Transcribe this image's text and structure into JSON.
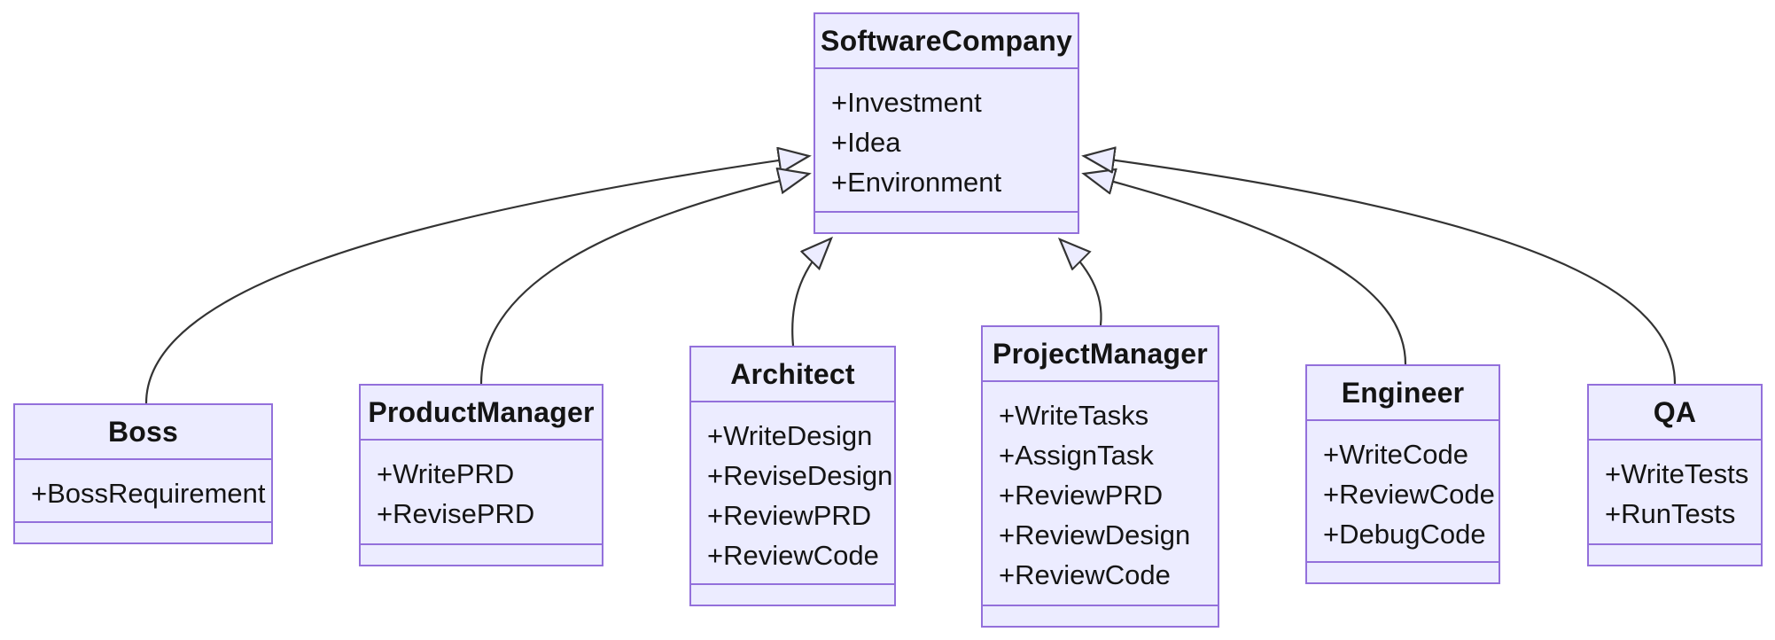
{
  "diagram": {
    "type": "uml-class-diagram",
    "colors": {
      "node_fill": "#ECECFF",
      "node_border": "#9370DB",
      "edge_line": "#333333",
      "text": "#141414",
      "background": "#ffffff"
    },
    "classes": [
      {
        "name": "SoftwareCompany",
        "attributes": [
          "+Investment",
          "+Idea",
          "+Environment"
        ],
        "methods": []
      },
      {
        "name": "Boss",
        "attributes": [
          "+BossRequirement"
        ],
        "methods": []
      },
      {
        "name": "ProductManager",
        "attributes": [
          "+WritePRD",
          "+RevisePRD"
        ],
        "methods": []
      },
      {
        "name": "Architect",
        "attributes": [
          "+WriteDesign",
          "+ReviseDesign",
          "+ReviewPRD",
          "+ReviewCode"
        ],
        "methods": []
      },
      {
        "name": "ProjectManager",
        "attributes": [
          "+WriteTasks",
          "+AssignTask",
          "+ReviewPRD",
          "+ReviewDesign",
          "+ReviewCode"
        ],
        "methods": []
      },
      {
        "name": "Engineer",
        "attributes": [
          "+WriteCode",
          "+ReviewCode",
          "+DebugCode"
        ],
        "methods": []
      },
      {
        "name": "QA",
        "attributes": [
          "+WriteTests",
          "+RunTests"
        ],
        "methods": []
      }
    ],
    "relationships": [
      {
        "from": "Boss",
        "to": "SoftwareCompany",
        "type": "inheritance"
      },
      {
        "from": "ProductManager",
        "to": "SoftwareCompany",
        "type": "inheritance"
      },
      {
        "from": "Architect",
        "to": "SoftwareCompany",
        "type": "inheritance"
      },
      {
        "from": "ProjectManager",
        "to": "SoftwareCompany",
        "type": "inheritance"
      },
      {
        "from": "Engineer",
        "to": "SoftwareCompany",
        "type": "inheritance"
      },
      {
        "from": "QA",
        "to": "SoftwareCompany",
        "type": "inheritance"
      }
    ]
  }
}
